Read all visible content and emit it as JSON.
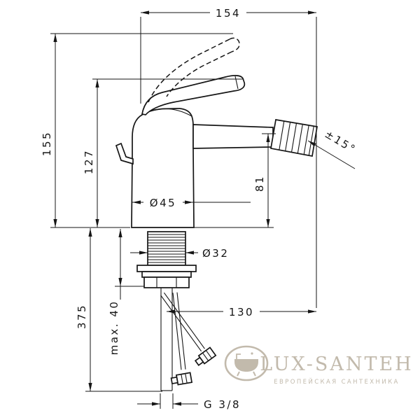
{
  "dimensions": {
    "spout_width": "154",
    "height_handle_open": "155",
    "height_handle_closed": "127",
    "outlet_height": "81",
    "spray_angle": "±15°",
    "base_diameter": "Ø45",
    "mounting_hole_diameter": "Ø32",
    "hose_length": "375",
    "max_mounting_thickness": "max. 40",
    "spout_reach": "130",
    "connection_thread": "G 3/8"
  },
  "watermark": {
    "brand": "LUX-SANTEH",
    "tagline": "ЕВРОПЕЙСКАЯ САНТЕХНИКА"
  },
  "colors": {
    "line": "#161616",
    "watermark": "#bcb3a4",
    "background": "#ffffff"
  }
}
